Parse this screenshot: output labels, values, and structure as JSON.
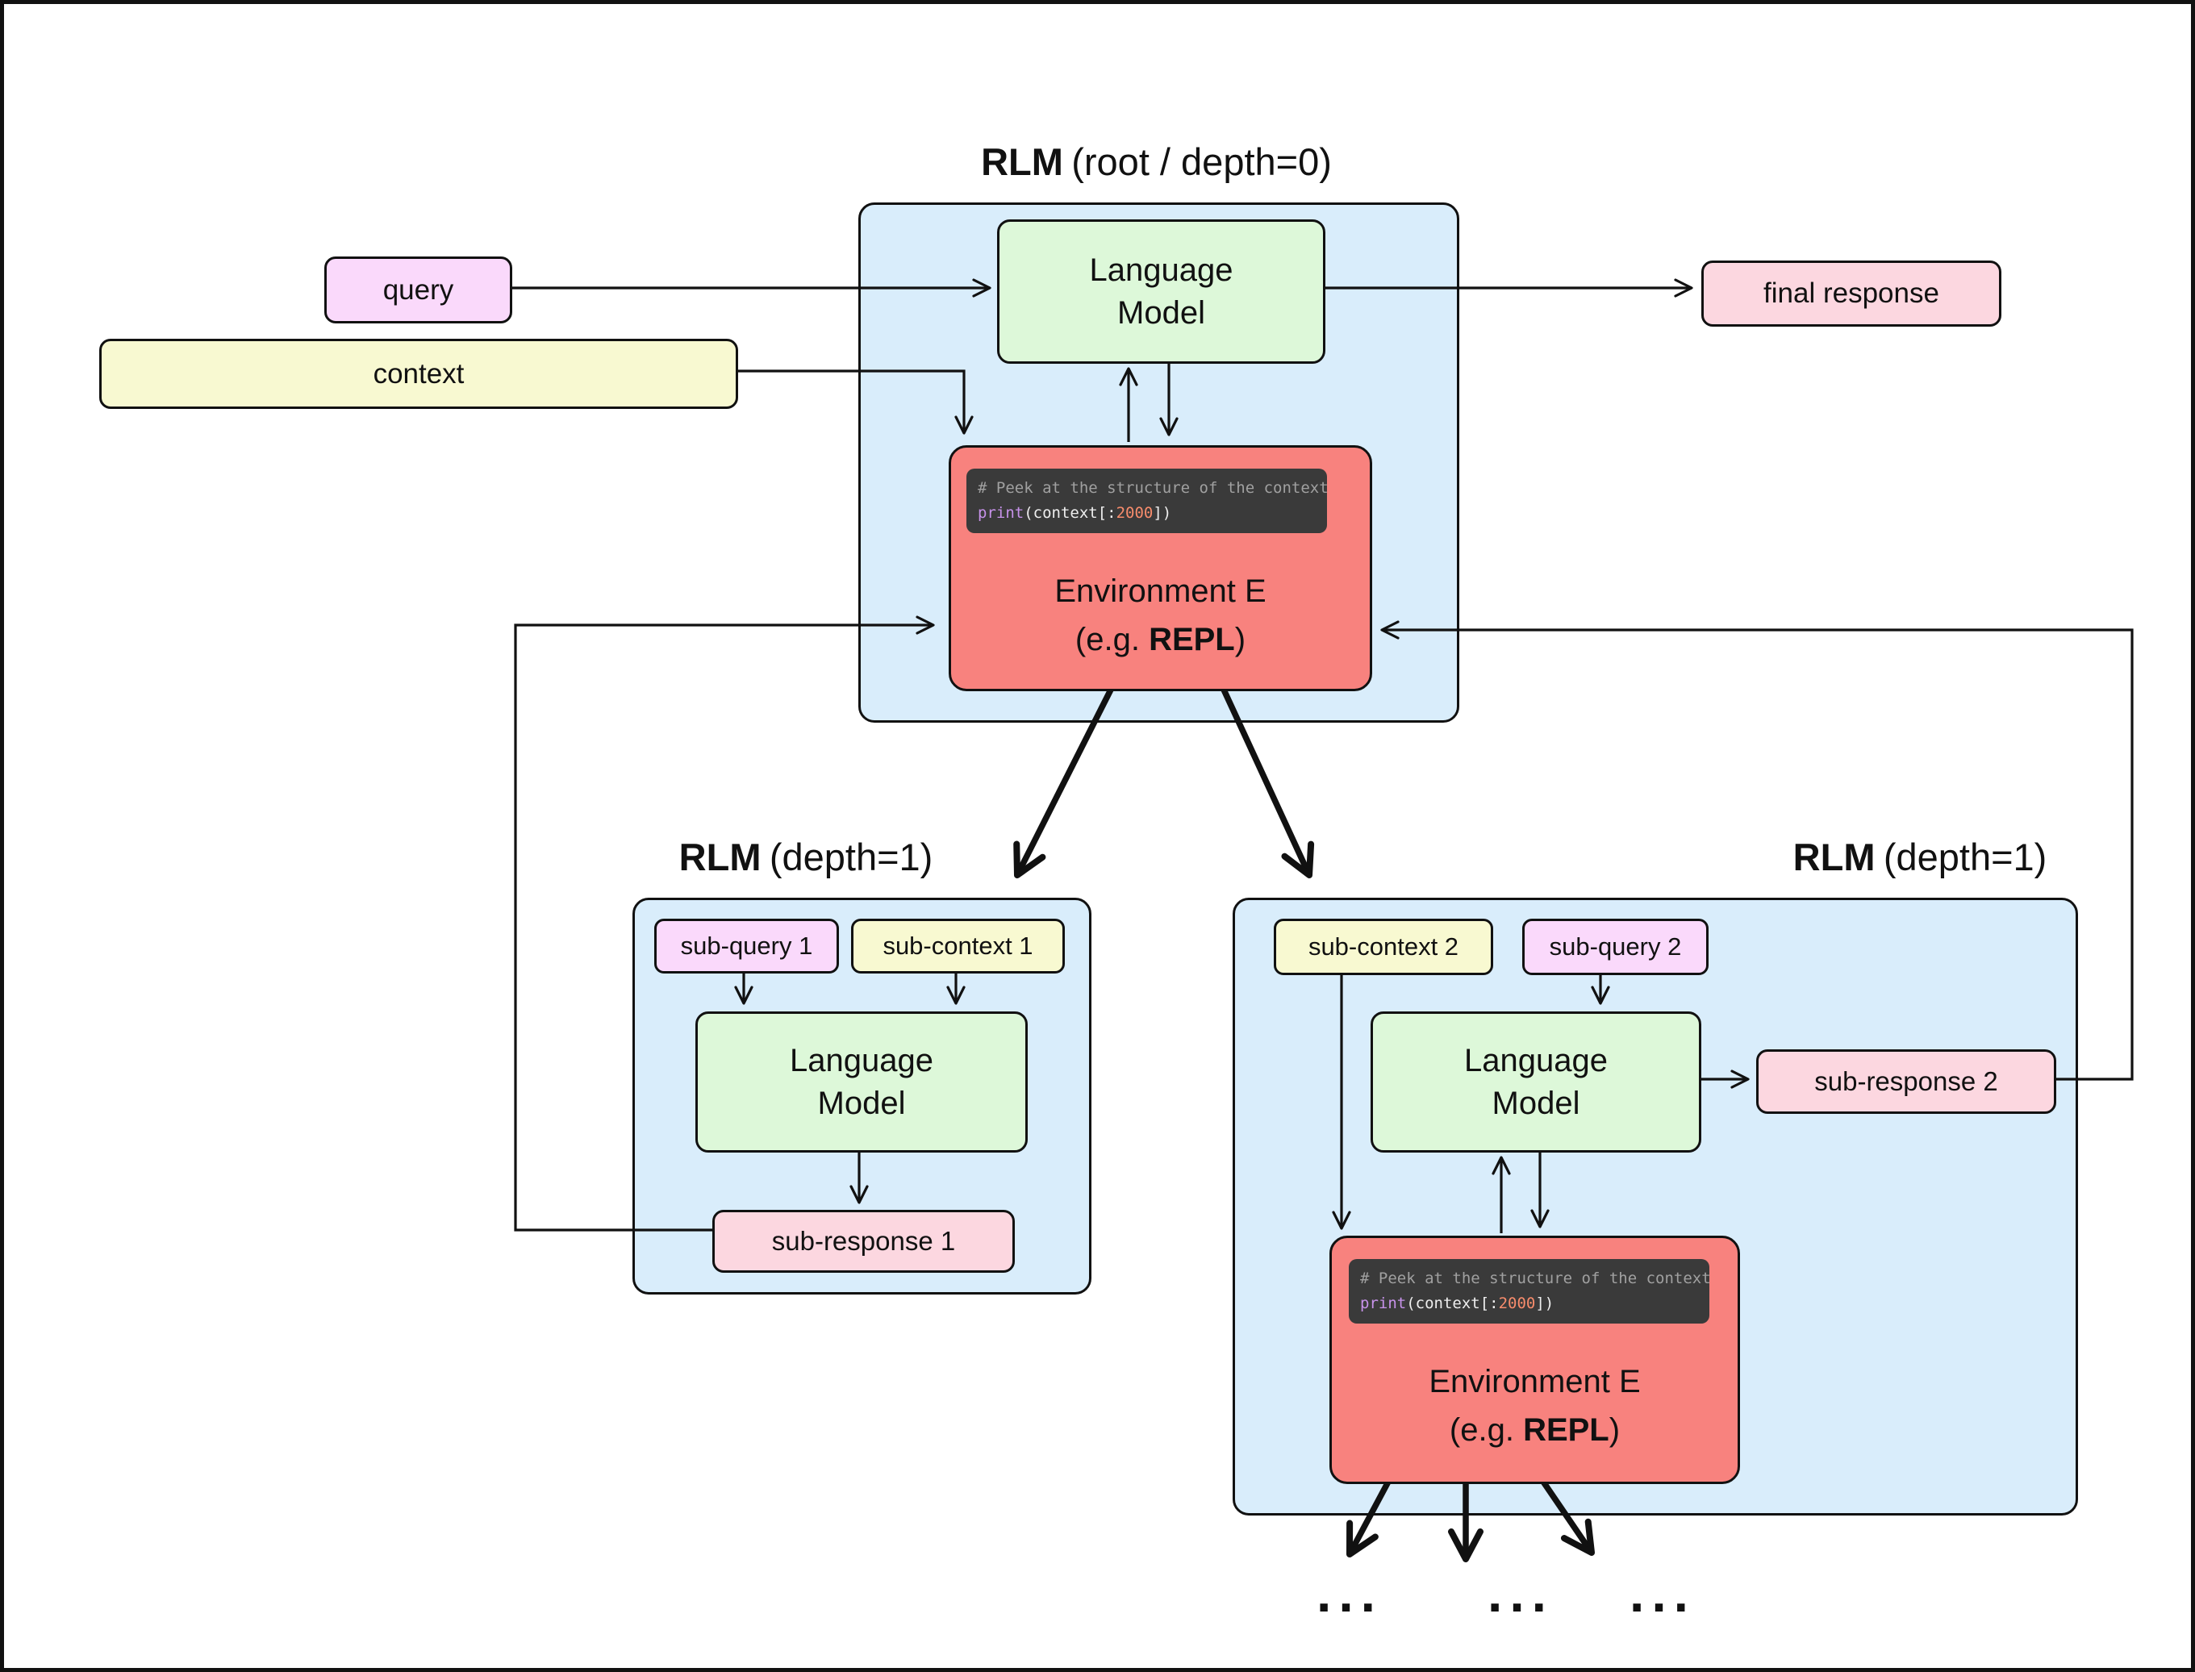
{
  "titles": {
    "root_bold": "RLM",
    "root_rest": "(root / depth=0)",
    "left_bold": "RLM",
    "left_rest": "(depth=1)",
    "right_bold": "RLM",
    "right_rest": "(depth=1)"
  },
  "labels": {
    "language_model_l1": "Language",
    "language_model_l2": "Model",
    "environment_l1": "Environment E",
    "environment_l2_prefix": "(e.g. ",
    "environment_l2_bold": "REPL",
    "environment_l2_suffix": ")"
  },
  "code": {
    "comment": "# Peek at the structure of the context",
    "keyword": "print",
    "open": "(context[:",
    "number": "2000",
    "close": "])"
  },
  "nodes": {
    "query": "query",
    "context": "context",
    "final_response": "final response",
    "sub_query_1": "sub-query 1",
    "sub_context_1": "sub-context 1",
    "sub_response_1": "sub-response 1",
    "sub_context_2": "sub-context 2",
    "sub_query_2": "sub-query 2",
    "sub_response_2": "sub-response 2",
    "ellipsis": "..."
  },
  "edges": [
    {
      "from": "query",
      "to": "root-language-model"
    },
    {
      "from": "context",
      "to": "root-environment"
    },
    {
      "from": "root-language-model",
      "to": "final-response"
    },
    {
      "from": "root-language-model",
      "to": "root-environment",
      "bidirectional": true
    },
    {
      "from": "root-environment",
      "to": "rlm-depth1-left",
      "style": "bold"
    },
    {
      "from": "root-environment",
      "to": "rlm-depth1-right",
      "style": "bold"
    },
    {
      "from": "sub-query-1",
      "to": "left-language-model"
    },
    {
      "from": "sub-context-1",
      "to": "left-language-model"
    },
    {
      "from": "left-language-model",
      "to": "sub-response-1"
    },
    {
      "from": "sub-response-1",
      "to": "root-environment"
    },
    {
      "from": "sub-context-2",
      "to": "right-environment"
    },
    {
      "from": "sub-query-2",
      "to": "right-language-model"
    },
    {
      "from": "right-language-model",
      "to": "sub-response-2"
    },
    {
      "from": "right-language-model",
      "to": "right-environment",
      "bidirectional": true
    },
    {
      "from": "sub-response-2",
      "to": "root-environment"
    },
    {
      "from": "right-environment",
      "to": "ellipsis-children",
      "style": "bold",
      "count": 3
    }
  ],
  "colors": {
    "container_blue": "#d9edfb",
    "model_green": "#ddf8d9",
    "query_magenta": "#fad9fb",
    "context_yellow": "#f8f9d1",
    "response_pink": "#fcd7e0",
    "environment_salmon": "#f8827e",
    "code_background": "#3a3a3a",
    "code_comment": "#a0a0a0",
    "code_keyword": "#c792ea",
    "code_number": "#f78c6c",
    "line_black": "#111111"
  }
}
